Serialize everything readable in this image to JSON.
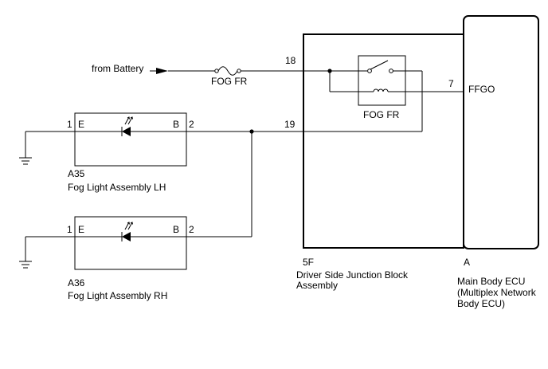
{
  "colors": {
    "line": "#000000",
    "background": "#ffffff"
  },
  "power": {
    "source_label": "from Battery"
  },
  "fuse": {
    "label": "FOG FR"
  },
  "relay": {
    "label": "FOG FR"
  },
  "junction_block": {
    "code": "5F",
    "name_line1": "Driver Side Junction Block",
    "name_line2": "Assembly",
    "pin_in": "18",
    "pin_out": "19"
  },
  "ecu": {
    "code": "A",
    "name_line1": "Main Body ECU",
    "name_line2": "(Multiplex Network",
    "name_line3": "Body ECU)",
    "terminal_label": "FFGO",
    "pin": "7"
  },
  "fog_lh": {
    "code": "A35",
    "name": "Fog Light Assembly LH",
    "pin_e_num": "1",
    "pin_e_label": "E",
    "pin_b_label": "B",
    "pin_b_num": "2"
  },
  "fog_rh": {
    "code": "A36",
    "name": "Fog Light Assembly RH",
    "pin_e_num": "1",
    "pin_e_label": "E",
    "pin_b_label": "B",
    "pin_b_num": "2"
  }
}
